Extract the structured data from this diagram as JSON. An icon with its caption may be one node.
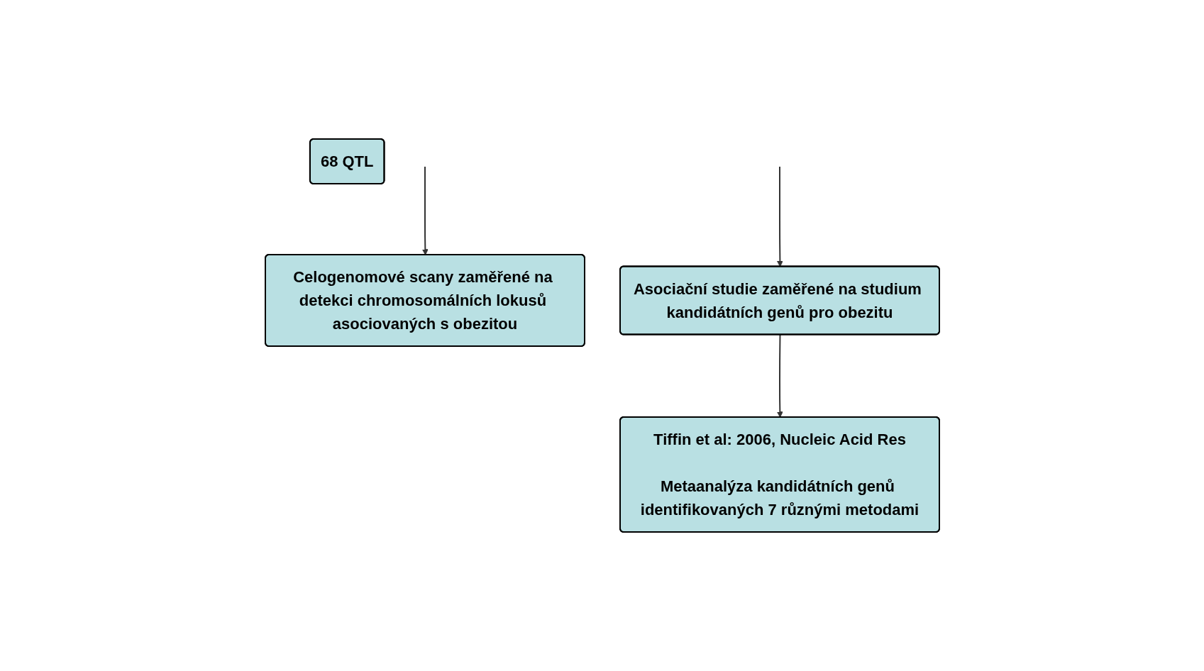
{
  "diagram": {
    "nodes": [
      {
        "text": [
          "Celogenomové scany zaměřené na detekci chromosomálních lokusů asociovaných s obezitou"
        ]
      },
      {
        "text": [
          "68 QTL"
        ]
      },
      {
        "text": [
          "Asociační studie zaměřené na studium kandidátních genů pro obezitu"
        ]
      },
      {
        "text": [
          "Tiffin et al: 2006, Nucleic Acid Res",
          "Metaanalýza kandidátních genů identifikovaných 7 různými metodami"
        ]
      }
    ],
    "edges": [
      {
        "from": null,
        "to": 0,
        "arrow": "to"
      },
      {
        "from": null,
        "to": 2,
        "arrow": "to"
      },
      {
        "from": 2,
        "to": 3,
        "arrow": "to"
      }
    ]
  }
}
